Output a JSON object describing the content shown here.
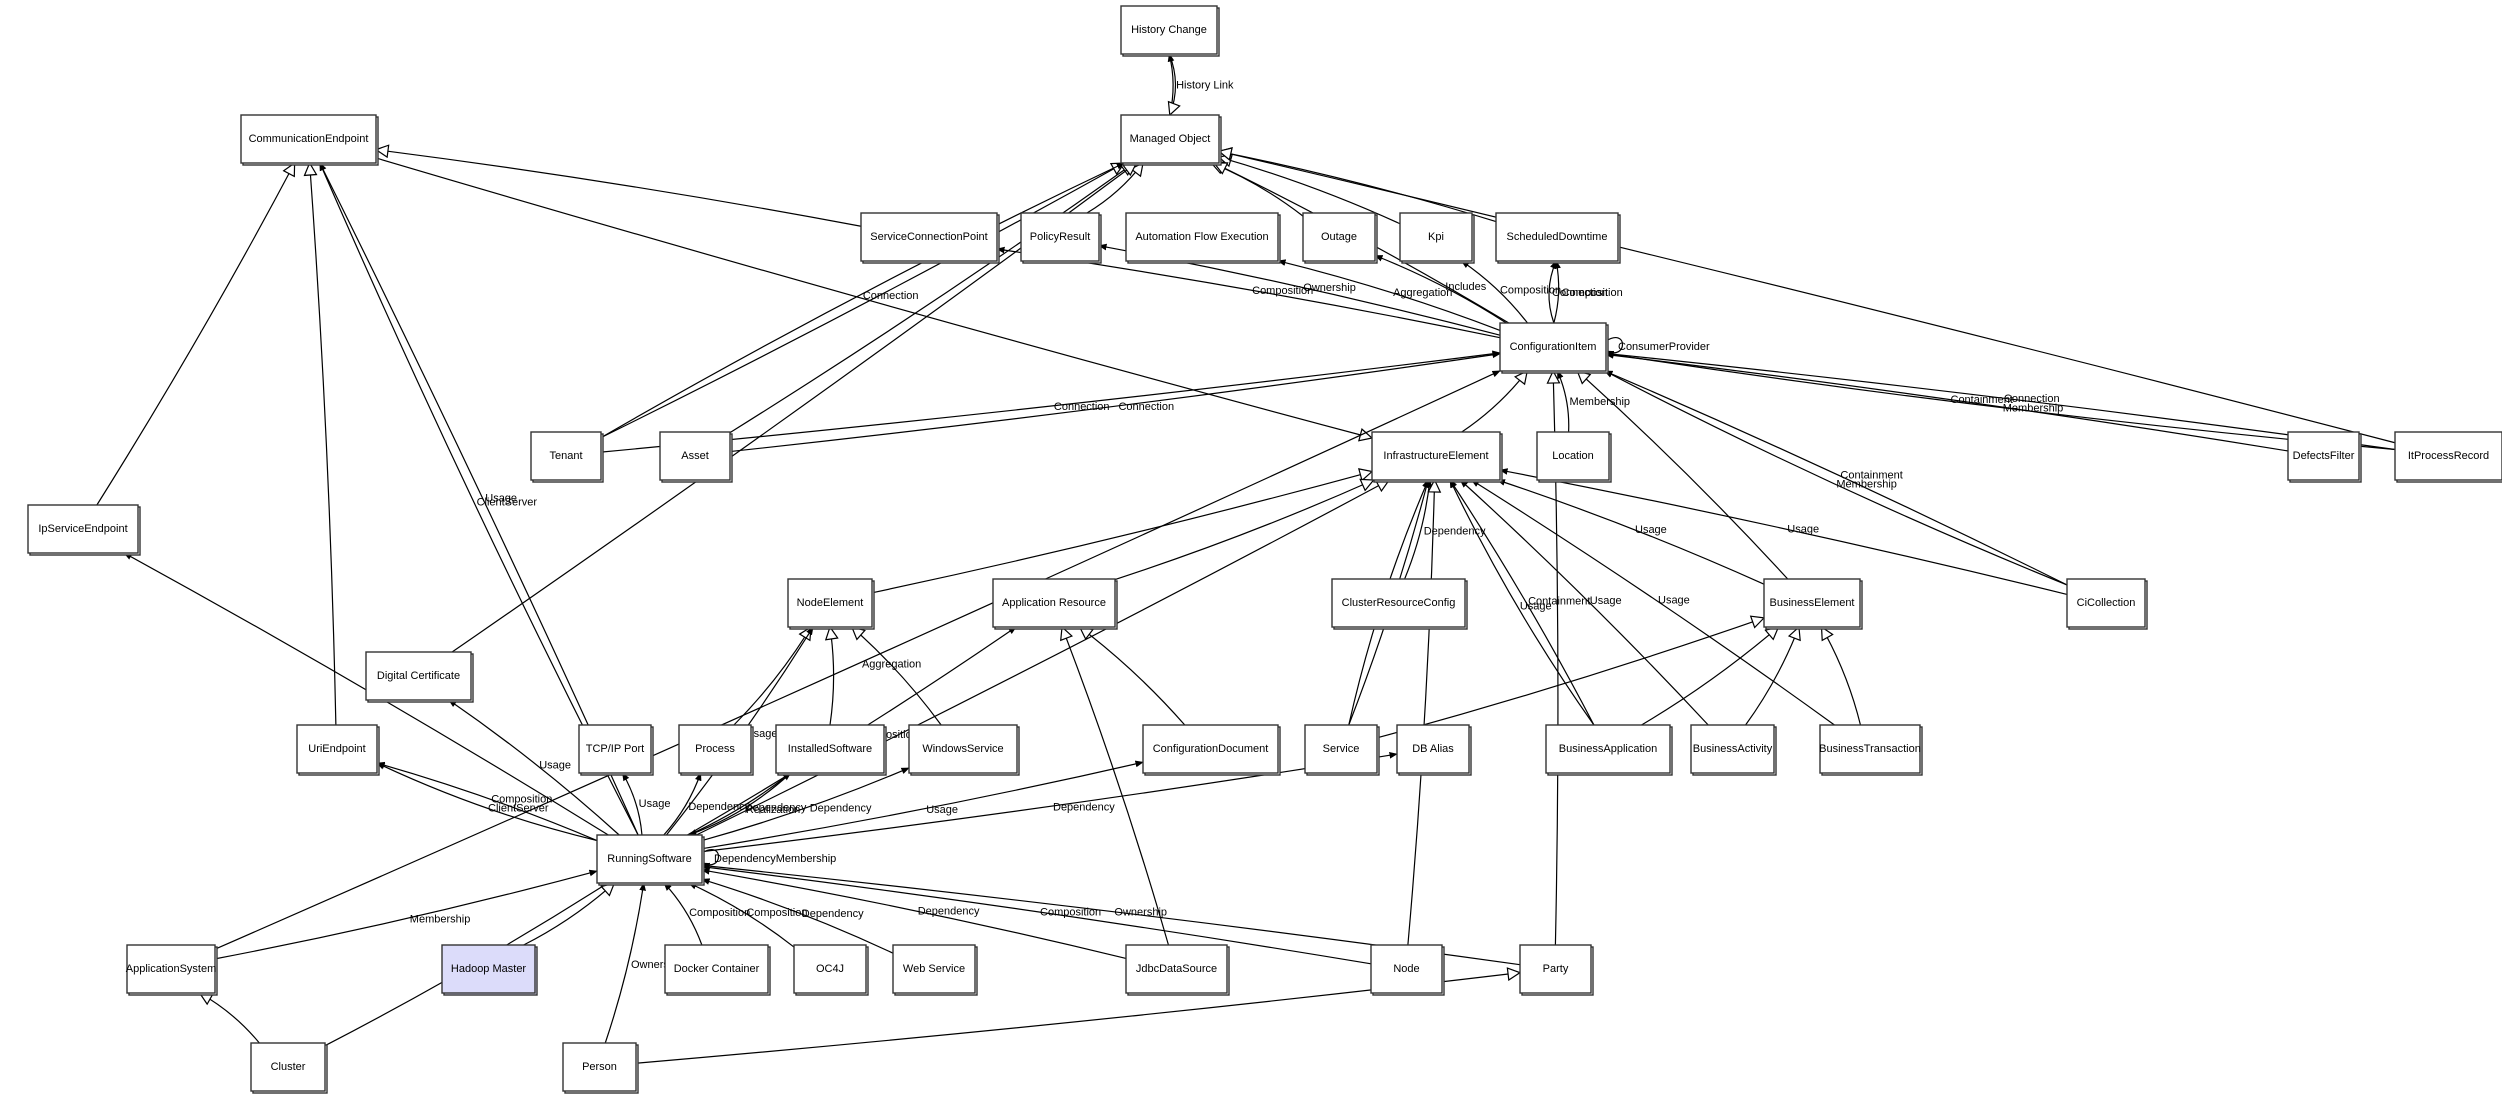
{
  "diagram": {
    "nodes": [
      {
        "id": "history_change",
        "label": "History Change"
      },
      {
        "id": "managed_object",
        "label": "Managed Object"
      },
      {
        "id": "communication_endpoint",
        "label": "CommunicationEndpoint"
      },
      {
        "id": "service_connection_point",
        "label": "ServiceConnectionPoint"
      },
      {
        "id": "policy_result",
        "label": "PolicyResult"
      },
      {
        "id": "automation_flow_execution",
        "label": "Automation Flow Execution"
      },
      {
        "id": "outage",
        "label": "Outage"
      },
      {
        "id": "kpi",
        "label": "Kpi"
      },
      {
        "id": "scheduled_downtime",
        "label": "ScheduledDowntime"
      },
      {
        "id": "configuration_item",
        "label": "ConfigurationItem"
      },
      {
        "id": "tenant",
        "label": "Tenant"
      },
      {
        "id": "asset",
        "label": "Asset"
      },
      {
        "id": "infrastructure_element",
        "label": "InfrastructureElement"
      },
      {
        "id": "location",
        "label": "Location"
      },
      {
        "id": "defects_filter",
        "label": "DefectsFilter"
      },
      {
        "id": "it_process_record",
        "label": "ItProcessRecord"
      },
      {
        "id": "ip_service_endpoint",
        "label": "IpServiceEndpoint"
      },
      {
        "id": "node_element",
        "label": "NodeElement"
      },
      {
        "id": "application_resource",
        "label": "Application Resource"
      },
      {
        "id": "cluster_resource_config",
        "label": "ClusterResourceConfig"
      },
      {
        "id": "business_element",
        "label": "BusinessElement"
      },
      {
        "id": "ci_collection",
        "label": "CiCollection"
      },
      {
        "id": "digital_certificate",
        "label": "Digital Certificate"
      },
      {
        "id": "uri_endpoint",
        "label": "UriEndpoint"
      },
      {
        "id": "tcpip_port",
        "label": "TCP/IP Port"
      },
      {
        "id": "process",
        "label": "Process"
      },
      {
        "id": "installed_software",
        "label": "InstalledSoftware"
      },
      {
        "id": "windows_service",
        "label": "WindowsService"
      },
      {
        "id": "configuration_document",
        "label": "ConfigurationDocument"
      },
      {
        "id": "service",
        "label": "Service"
      },
      {
        "id": "db_alias",
        "label": "DB Alias"
      },
      {
        "id": "business_application",
        "label": "BusinessApplication"
      },
      {
        "id": "business_activity",
        "label": "BusinessActivity"
      },
      {
        "id": "business_transaction",
        "label": "BusinessTransaction"
      },
      {
        "id": "running_software",
        "label": "RunningSoftware"
      },
      {
        "id": "application_system",
        "label": "ApplicationSystem"
      },
      {
        "id": "hadoop_master",
        "label": "Hadoop Master",
        "highlighted": true,
        "fill": "#dcdcfa"
      },
      {
        "id": "docker_container",
        "label": "Docker Container"
      },
      {
        "id": "oc4j",
        "label": "OC4J"
      },
      {
        "id": "web_service",
        "label": "Web Service"
      },
      {
        "id": "jdbc_data_source",
        "label": "JdbcDataSource"
      },
      {
        "id": "node",
        "label": "Node"
      },
      {
        "id": "party",
        "label": "Party"
      },
      {
        "id": "cluster",
        "label": "Cluster"
      },
      {
        "id": "person",
        "label": "Person"
      }
    ],
    "edges": [
      {
        "from": "managed_object",
        "to": "history_change",
        "label": "History Link",
        "kind": "association"
      },
      {
        "from": "history_change",
        "to": "managed_object",
        "label": "",
        "kind": "inheritance"
      },
      {
        "from": "policy_result",
        "to": "managed_object",
        "label": "",
        "kind": "inheritance"
      },
      {
        "from": "outage",
        "to": "managed_object",
        "label": "",
        "kind": "inheritance"
      },
      {
        "from": "kpi",
        "to": "managed_object",
        "label": "",
        "kind": "inheritance"
      },
      {
        "from": "scheduled_downtime",
        "to": "managed_object",
        "label": "",
        "kind": "inheritance"
      },
      {
        "from": "configuration_item",
        "to": "managed_object",
        "label": "",
        "kind": "inheritance"
      },
      {
        "from": "tenant",
        "to": "managed_object",
        "label": "",
        "kind": "inheritance"
      },
      {
        "from": "asset",
        "to": "managed_object",
        "label": "",
        "kind": "inheritance"
      },
      {
        "from": "digital_certificate",
        "to": "managed_object",
        "label": "",
        "kind": "inheritance"
      },
      {
        "from": "it_process_record",
        "to": "managed_object",
        "label": "",
        "kind": "inheritance"
      },
      {
        "from": "service_connection_point",
        "to": "communication_endpoint",
        "label": "",
        "kind": "inheritance"
      },
      {
        "from": "communication_endpoint",
        "to": "infrastructure_element",
        "label": "",
        "kind": "inheritance"
      },
      {
        "from": "ip_service_endpoint",
        "to": "communication_endpoint",
        "label": "",
        "kind": "inheritance"
      },
      {
        "from": "uri_endpoint",
        "to": "communication_endpoint",
        "label": "",
        "kind": "inheritance"
      },
      {
        "from": "running_software",
        "to": "communication_endpoint",
        "label": "Usage",
        "kind": "association"
      },
      {
        "from": "running_software",
        "to": "communication_endpoint",
        "label": "ClientServer",
        "kind": "association"
      },
      {
        "from": "configuration_item",
        "to": "service_connection_point",
        "label": "Composition",
        "kind": "association"
      },
      {
        "from": "configuration_item",
        "to": "policy_result",
        "label": "Ownership",
        "kind": "association"
      },
      {
        "from": "configuration_item",
        "to": "automation_flow_execution",
        "label": "Aggregation",
        "kind": "association"
      },
      {
        "from": "configuration_item",
        "to": "outage",
        "label": "Includes",
        "kind": "association"
      },
      {
        "from": "configuration_item",
        "to": "kpi",
        "label": "Composition",
        "kind": "association"
      },
      {
        "from": "configuration_item",
        "to": "scheduled_downtime",
        "label": "Composition",
        "kind": "association"
      },
      {
        "from": "configuration_item",
        "to": "scheduled_downtime",
        "label": "Connection",
        "kind": "association"
      },
      {
        "from": "configuration_item",
        "to": "configuration_item",
        "label": "ConsumerProvider",
        "kind": "self"
      },
      {
        "from": "tenant",
        "to": "configuration_item",
        "label": "Connection",
        "kind": "association"
      },
      {
        "from": "asset",
        "to": "configuration_item",
        "label": "Connection",
        "kind": "association"
      },
      {
        "from": "tenant",
        "to": "managed_object",
        "label": "Connection",
        "kind": "association"
      },
      {
        "from": "infrastructure_element",
        "to": "configuration_item",
        "label": "",
        "kind": "inheritance"
      },
      {
        "from": "location",
        "to": "configuration_item",
        "label": "Membership",
        "kind": "association"
      },
      {
        "from": "defects_filter",
        "to": "configuration_item",
        "label": "Containment",
        "kind": "association"
      },
      {
        "from": "it_process_record",
        "to": "configuration_item",
        "label": "Connection",
        "kind": "association"
      },
      {
        "from": "it_process_record",
        "to": "configuration_item",
        "label": "Membership",
        "kind": "association"
      },
      {
        "from": "ci_collection",
        "to": "configuration_item",
        "label": "Containment",
        "kind": "association"
      },
      {
        "from": "ci_collection",
        "to": "configuration_item",
        "label": "Membership",
        "kind": "association"
      },
      {
        "from": "ci_collection",
        "to": "infrastructure_element",
        "label": "Usage",
        "kind": "association"
      },
      {
        "from": "business_element",
        "to": "configuration_item",
        "label": "",
        "kind": "inheritance"
      },
      {
        "from": "application_system",
        "to": "configuration_item",
        "label": "Aggregation",
        "kind": "association"
      },
      {
        "from": "node_element",
        "to": "infrastructure_element",
        "label": "",
        "kind": "inheritance"
      },
      {
        "from": "application_resource",
        "to": "infrastructure_element",
        "label": "",
        "kind": "inheritance"
      },
      {
        "from": "cluster_resource_config",
        "to": "infrastructure_element",
        "label": "Dependency",
        "kind": "association"
      },
      {
        "from": "service",
        "to": "infrastructure_element",
        "label": "Containment",
        "kind": "association"
      },
      {
        "from": "service",
        "to": "infrastructure_element",
        "label": "Usage",
        "kind": "association"
      },
      {
        "from": "business_application",
        "to": "infrastructure_element",
        "label": "Containment",
        "kind": "association"
      },
      {
        "from": "business_application",
        "to": "infrastructure_element",
        "label": "Usage",
        "kind": "association"
      },
      {
        "from": "business_activity",
        "to": "infrastructure_element",
        "label": "Usage",
        "kind": "association"
      },
      {
        "from": "business_element",
        "to": "infrastructure_element",
        "label": "Usage",
        "kind": "association"
      },
      {
        "from": "business_transaction",
        "to": "infrastructure_element",
        "label": "Usage",
        "kind": "association"
      },
      {
        "from": "running_software",
        "to": "infrastructure_element",
        "label": "",
        "kind": "inheritance"
      },
      {
        "from": "service",
        "to": "business_element",
        "label": "",
        "kind": "inheritance"
      },
      {
        "from": "business_application",
        "to": "business_element",
        "label": "",
        "kind": "inheritance"
      },
      {
        "from": "business_activity",
        "to": "business_element",
        "label": "",
        "kind": "inheritance"
      },
      {
        "from": "business_transaction",
        "to": "business_element",
        "label": "",
        "kind": "inheritance"
      },
      {
        "from": "process",
        "to": "node_element",
        "label": "",
        "kind": "inheritance"
      },
      {
        "from": "installed_software",
        "to": "node_element",
        "label": "",
        "kind": "inheritance"
      },
      {
        "from": "windows_service",
        "to": "node_element",
        "label": "",
        "kind": "inheritance"
      },
      {
        "from": "running_software",
        "to": "node_element",
        "label": "Usage",
        "kind": "association"
      },
      {
        "from": "configuration_document",
        "to": "application_resource",
        "label": "",
        "kind": "inheritance"
      },
      {
        "from": "jdbc_data_source",
        "to": "application_resource",
        "label": "",
        "kind": "inheritance"
      },
      {
        "from": "running_software",
        "to": "application_resource",
        "label": "Composition",
        "kind": "association"
      },
      {
        "from": "running_software",
        "to": "ip_service_endpoint",
        "label": "Usage",
        "kind": "association"
      },
      {
        "from": "running_software",
        "to": "uri_endpoint",
        "label": "Composition",
        "kind": "association"
      },
      {
        "from": "running_software",
        "to": "uri_endpoint",
        "label": "ClientServer",
        "kind": "association"
      },
      {
        "from": "running_software",
        "to": "digital_certificate",
        "label": "Usage",
        "kind": "association"
      },
      {
        "from": "running_software",
        "to": "tcpip_port",
        "label": "Usage",
        "kind": "association"
      },
      {
        "from": "running_software",
        "to": "process",
        "label": "Dependency",
        "kind": "association"
      },
      {
        "from": "running_software",
        "to": "installed_software",
        "label": "Dependency",
        "kind": "association"
      },
      {
        "from": "installed_software",
        "to": "running_software",
        "label": "Realization",
        "kind": "association"
      },
      {
        "from": "running_software",
        "to": "windows_service",
        "label": "Dependency",
        "kind": "association"
      },
      {
        "from": "running_software",
        "to": "configuration_document",
        "label": "Usage",
        "kind": "association"
      },
      {
        "from": "running_software",
        "to": "db_alias",
        "label": "Dependency",
        "kind": "association"
      },
      {
        "from": "running_software",
        "to": "running_software",
        "label": "DependencyMembership",
        "kind": "self"
      },
      {
        "from": "application_system",
        "to": "running_software",
        "label": "Membership",
        "kind": "association"
      },
      {
        "from": "cluster",
        "to": "running_software",
        "label": "Membership",
        "kind": "association"
      },
      {
        "from": "hadoop_master",
        "to": "running_software",
        "label": "",
        "kind": "inheritance"
      },
      {
        "from": "person",
        "to": "running_software",
        "label": "Ownership",
        "kind": "association"
      },
      {
        "from": "docker_container",
        "to": "running_software",
        "label": "Composition",
        "kind": "association"
      },
      {
        "from": "oc4j",
        "to": "running_software",
        "label": "Composition",
        "kind": "association"
      },
      {
        "from": "web_service",
        "to": "running_software",
        "label": "Dependency",
        "kind": "association"
      },
      {
        "from": "jdbc_data_source",
        "to": "running_software",
        "label": "Dependency",
        "kind": "association"
      },
      {
        "from": "node",
        "to": "running_software",
        "label": "Composition",
        "kind": "association"
      },
      {
        "from": "party",
        "to": "running_software",
        "label": "Ownership",
        "kind": "association"
      },
      {
        "from": "node",
        "to": "infrastructure_element",
        "label": "",
        "kind": "inheritance"
      },
      {
        "from": "party",
        "to": "configuration_item",
        "label": "",
        "kind": "inheritance"
      },
      {
        "from": "cluster",
        "to": "application_system",
        "label": "",
        "kind": "inheritance"
      },
      {
        "from": "person",
        "to": "party",
        "label": "",
        "kind": "inheritance"
      }
    ]
  }
}
